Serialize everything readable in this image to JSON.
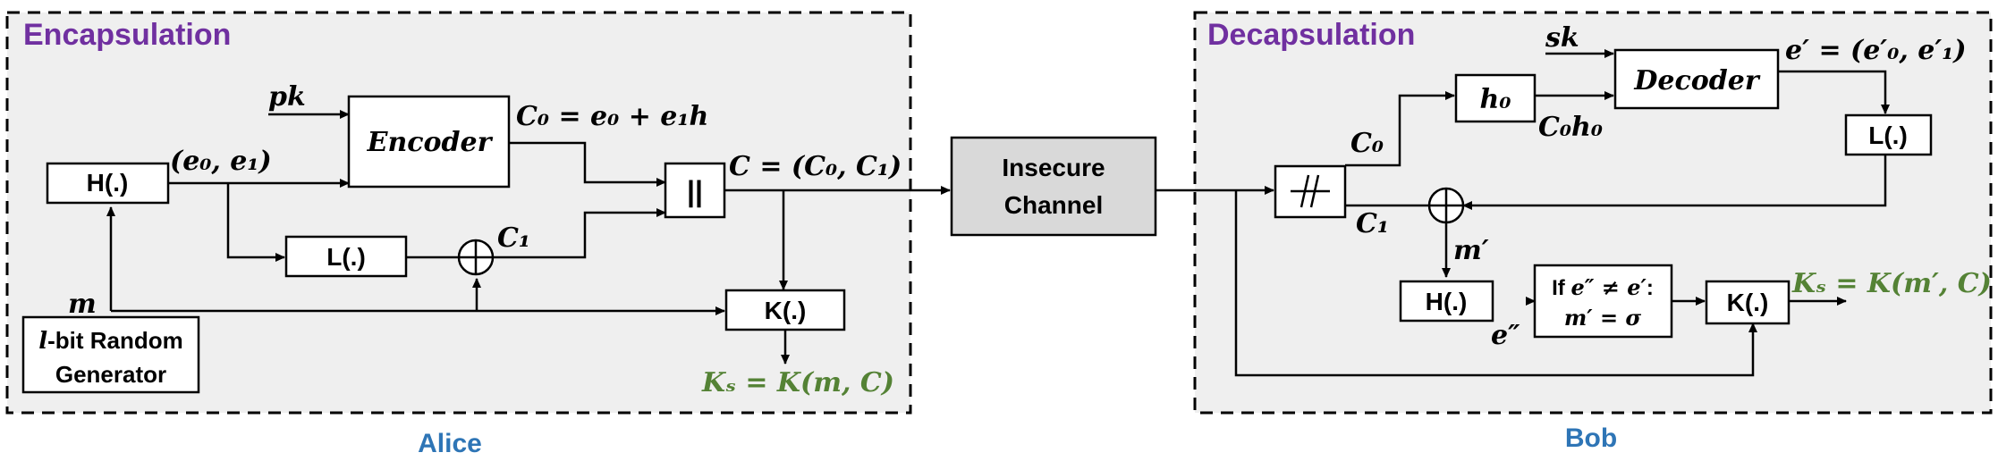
{
  "encapsulation": {
    "title": "Encapsulation",
    "party": "Alice",
    "hash_block": "H(.)",
    "encoder_block": "Encoder",
    "concat_block": "||",
    "l_block": "L(.)",
    "k_block": "K(.)",
    "rng_block_line1": "l-bit Random",
    "rng_block_line2": "Generator",
    "label_pk": "pk",
    "label_e": "(e₀, e₁)",
    "label_c0": "C₀ = e₀ + e₁h",
    "label_c1": "C₁",
    "label_c": "C = (C₀, C₁)",
    "label_m": "m",
    "label_ks": "Kₛ = K(m, C)"
  },
  "channel": {
    "line1": "Insecure",
    "line2": "Channel"
  },
  "decapsulation": {
    "title": "Decapsulation",
    "party": "Bob",
    "split_block": "∕∕",
    "h0_block": "h₀",
    "decoder_block": "Decoder",
    "l_block": "L(.)",
    "hash_block": "H(.)",
    "check_line1": "If e″ ≠ e′:",
    "check_line2": "m′ = σ",
    "k_block": "K(.)",
    "label_sk": "sk",
    "label_e_prime": "e′ = (e′₀, e′₁)",
    "label_c0": "C₀",
    "label_c0h0": "C₀h₀",
    "label_c1": "C₁",
    "label_m_prime": "m′",
    "label_e_dprime": "e″",
    "label_ks": "Kₛ = K(m′, C)"
  },
  "colors": {
    "title": "#7030a0",
    "party": "#2e75b6",
    "key": "#548235",
    "panel": "#efefef",
    "channel_box": "#d9d9d9"
  }
}
